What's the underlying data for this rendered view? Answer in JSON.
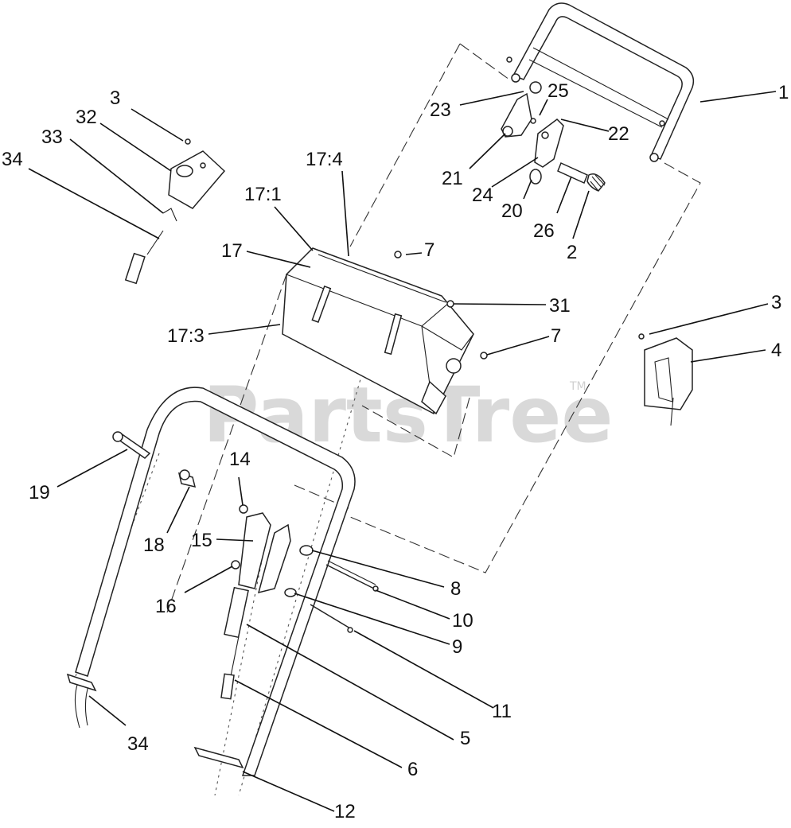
{
  "watermark": {
    "text": "PartsTree",
    "tm": "TM"
  },
  "callouts": [
    {
      "id": "c1",
      "label": "1"
    },
    {
      "id": "c2",
      "label": "2"
    },
    {
      "id": "c3a",
      "label": "3"
    },
    {
      "id": "c3b",
      "label": "3"
    },
    {
      "id": "c4",
      "label": "4"
    },
    {
      "id": "c5",
      "label": "5"
    },
    {
      "id": "c6",
      "label": "6"
    },
    {
      "id": "c7a",
      "label": "7"
    },
    {
      "id": "c7b",
      "label": "7"
    },
    {
      "id": "c8",
      "label": "8"
    },
    {
      "id": "c9",
      "label": "9"
    },
    {
      "id": "c10",
      "label": "10"
    },
    {
      "id": "c11",
      "label": "11"
    },
    {
      "id": "c12",
      "label": "12"
    },
    {
      "id": "c14",
      "label": "14"
    },
    {
      "id": "c15",
      "label": "15"
    },
    {
      "id": "c16",
      "label": "16"
    },
    {
      "id": "c17",
      "label": "17"
    },
    {
      "id": "c17_1",
      "label": "17:1"
    },
    {
      "id": "c17_3",
      "label": "17:3"
    },
    {
      "id": "c17_4",
      "label": "17:4"
    },
    {
      "id": "c18",
      "label": "18"
    },
    {
      "id": "c19",
      "label": "19"
    },
    {
      "id": "c20",
      "label": "20"
    },
    {
      "id": "c21",
      "label": "21"
    },
    {
      "id": "c22",
      "label": "22"
    },
    {
      "id": "c23",
      "label": "23"
    },
    {
      "id": "c24",
      "label": "24"
    },
    {
      "id": "c25",
      "label": "25"
    },
    {
      "id": "c26",
      "label": "26"
    },
    {
      "id": "c31",
      "label": "31"
    },
    {
      "id": "c32",
      "label": "32"
    },
    {
      "id": "c33",
      "label": "33"
    },
    {
      "id": "c34a",
      "label": "34"
    },
    {
      "id": "c34b",
      "label": "34"
    }
  ]
}
